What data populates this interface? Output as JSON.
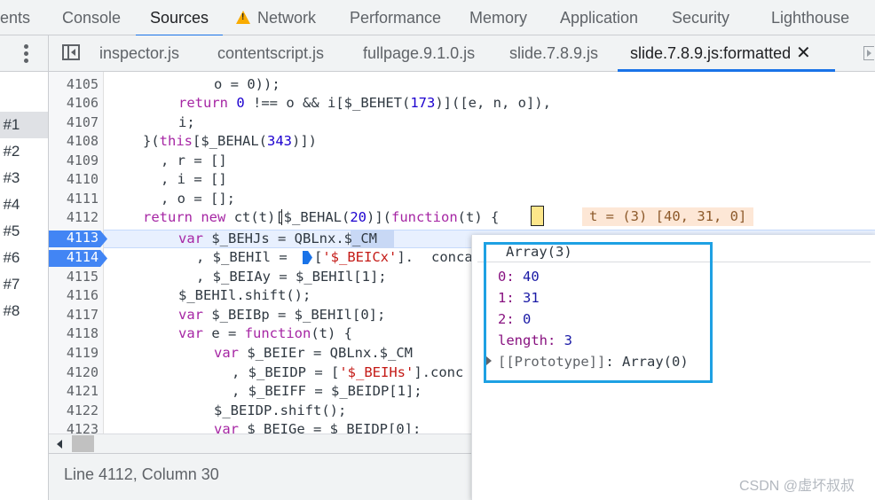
{
  "panel_tabs": [
    {
      "label": "ents"
    },
    {
      "label": "Console"
    },
    {
      "label": "Sources",
      "active": true
    },
    {
      "label": "Network",
      "icon": "warning-icon"
    },
    {
      "label": "Performance"
    },
    {
      "label": "Memory"
    },
    {
      "label": "Application"
    },
    {
      "label": "Security"
    },
    {
      "label": "Lighthouse"
    }
  ],
  "threads": [
    "t #1",
    "t #2",
    "t #3",
    "t #4",
    "t #5",
    "t #6",
    "t #7",
    "t #8"
  ],
  "selected_thread": "t #1",
  "file_tabs": [
    {
      "label": "inspector.js"
    },
    {
      "label": "contentscript.js"
    },
    {
      "label": "fullpage.9.1.0.js"
    },
    {
      "label": "slide.7.8.9.js"
    },
    {
      "label": "slide.7.8.9.js:formatted",
      "active": true,
      "close": "✕"
    }
  ],
  "editor": {
    "lines": [
      {
        "n": "4105",
        "bp": false
      },
      {
        "n": "4106",
        "bp": false
      },
      {
        "n": "4107",
        "bp": false
      },
      {
        "n": "4108",
        "bp": false
      },
      {
        "n": "4109",
        "bp": false
      },
      {
        "n": "4110",
        "bp": false
      },
      {
        "n": "4111",
        "bp": false
      },
      {
        "n": "4112",
        "bp": false
      },
      {
        "n": "4113",
        "bp": true
      },
      {
        "n": "4114",
        "bp": true
      },
      {
        "n": "4115",
        "bp": false
      },
      {
        "n": "4116",
        "bp": false
      },
      {
        "n": "4117",
        "bp": false
      },
      {
        "n": "4118",
        "bp": false
      },
      {
        "n": "4119",
        "bp": false
      },
      {
        "n": "4120",
        "bp": false
      },
      {
        "n": "4121",
        "bp": false
      },
      {
        "n": "4122",
        "bp": false
      },
      {
        "n": "4123",
        "bp": false
      }
    ],
    "code": {
      "l4105": "o = 0));",
      "l4106_kw": "return",
      "l4106_num": "0",
      "l4106_rest": " !== o && i[$_BEHET(",
      "l4106_num2": "173",
      "l4106_end": ")]([e, n, o]),",
      "l4107": "i;",
      "l4108_a": "}(",
      "l4108_kw": "this",
      "l4108_b": "[$_BEHAL(",
      "l4108_num": "343",
      "l4108_c": ")])",
      "l4109": ", r = []",
      "l4110": ", i = []",
      "l4111": ", o = [];",
      "l4112_kw1": "return",
      "l4112_kw2": "new",
      "l4112_a": "ct(t)[$_BEHAL(",
      "l4112_num": "20",
      "l4112_b": ")](",
      "l4112_kw3": "function",
      "l4112_c": "(t) {",
      "inline_value": "t = (3) [40, 31, 0]",
      "l4113_kw": "var",
      "l4113_a": "$_BEHJs = QBLnx.$_CM",
      "l4114_a": ", $_BEHIl =",
      "l4114_str": "'$_BEICx'",
      "l4114_b": "].",
      "l4114_c": "conca",
      "l4115": ", $_BEIAy = $_BEHIl[1];",
      "l4116": "$_BEHIl.shift();",
      "l4117_kw": "var",
      "l4117_a": "$_BEIBp = $_BEHIl[0];",
      "l4118_kw": "var",
      "l4118_a": "e =",
      "l4118_kw2": "function",
      "l4118_b": "(t) {",
      "l4119_kw": "var",
      "l4119_a": "$_BEIEr = QBLnx.$_CM",
      "l4120_a": ", $_BEIDP = [",
      "l4120_str": "'$_BEIHs'",
      "l4120_b": "].conc",
      "l4121": ", $_BEIFF = $_BEIDP[1];",
      "l4122": "$_BEIDP.shift();",
      "l4123_kw": "var",
      "l4123_a": "$_BEIGe = $_BEIDP[0];"
    }
  },
  "status": "Line 4112, Column 30",
  "popover": {
    "title": "Array(3)",
    "entries": [
      {
        "key": "0",
        "value": "40"
      },
      {
        "key": "1",
        "value": "31"
      },
      {
        "key": "2",
        "value": "0"
      },
      {
        "key": "length",
        "value": "3"
      }
    ],
    "prototype_key": "[[Prototype]]",
    "prototype_value": "Array(0)"
  },
  "watermark": "CSDN @虚坏叔叔",
  "colors": {
    "accent": "#1a73e8",
    "breakpoint": "#4285f4",
    "highlight_box": "#1ea1e3",
    "warning": "#f9ab00"
  }
}
